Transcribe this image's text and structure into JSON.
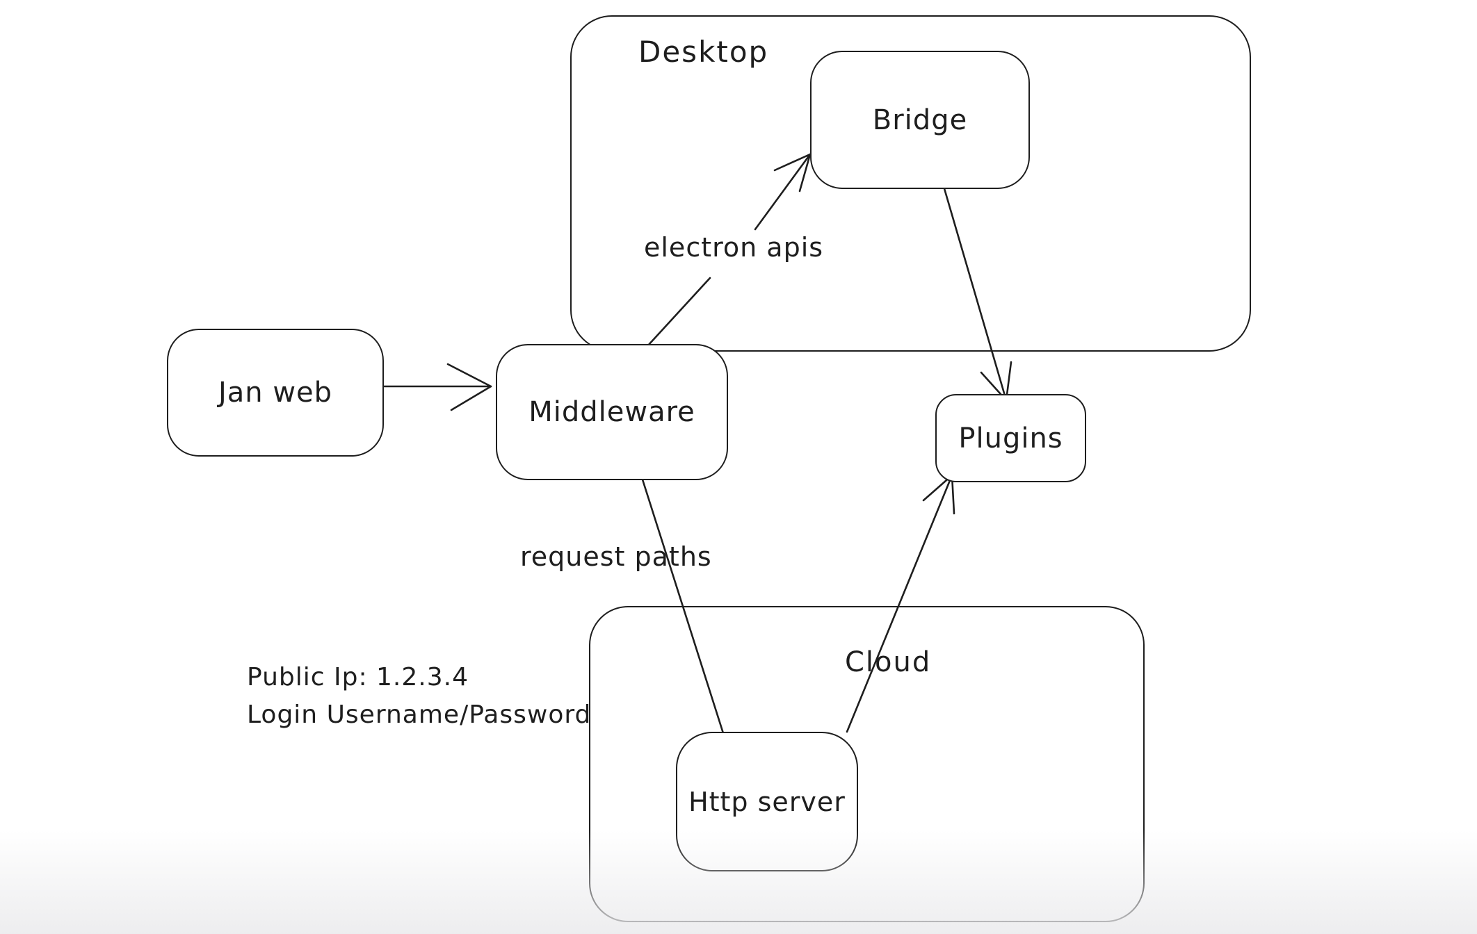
{
  "diagram": {
    "colors": {
      "stroke": "#1e1e1e",
      "background": "#ffffff"
    },
    "containers": [
      {
        "id": "desktop",
        "label": "Desktop",
        "contains": [
          "bridge"
        ]
      },
      {
        "id": "cloud",
        "label": "Cloud",
        "contains": [
          "http-server"
        ]
      }
    ],
    "nodes": [
      {
        "id": "jan-web",
        "label": "Jan web"
      },
      {
        "id": "middleware",
        "label": "Middleware"
      },
      {
        "id": "bridge",
        "label": "Bridge"
      },
      {
        "id": "plugins",
        "label": "Plugins"
      },
      {
        "id": "http-server",
        "label": "Http server"
      }
    ],
    "edges": [
      {
        "from": "jan-web",
        "to": "middleware",
        "label": "",
        "arrowhead": "end"
      },
      {
        "from": "middleware",
        "to": "bridge",
        "label": "electron apis",
        "arrowhead": "end"
      },
      {
        "from": "bridge",
        "to": "plugins",
        "label": "",
        "arrowhead": "end"
      },
      {
        "from": "middleware",
        "to": "http-server",
        "label": "request paths",
        "arrowhead": "none"
      },
      {
        "from": "http-server",
        "to": "plugins",
        "label": "",
        "arrowhead": "end"
      }
    ],
    "annotations": [
      "Public Ip: 1.2.3.4",
      "Login Username/Password"
    ]
  }
}
